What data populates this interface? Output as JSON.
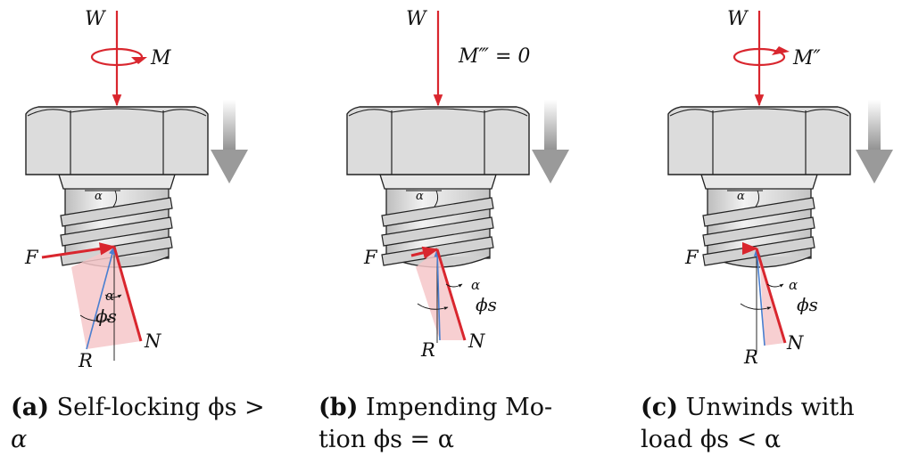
{
  "colors": {
    "force_red": "#d9262e",
    "reaction_blue": "#4a7fd0",
    "wedge_pink": "#f6c7c9",
    "bolt_fill": "#dcdcdc",
    "bolt_stroke": "#222222",
    "arrow_gray": "#9a9a9a"
  },
  "panels": [
    {
      "force_label": "W",
      "moment_label": "M",
      "moment_direction": "counterclockwise",
      "friction_label": "F",
      "normal_label": "N",
      "resultant_label": "R",
      "alpha_label": "α",
      "phi_label": "ϕs",
      "caption_tag": "(a)",
      "caption_line1": "Self-locking ϕs >",
      "caption_line2": "α"
    },
    {
      "force_label": "W",
      "moment_label": "M‴ = 0",
      "moment_direction": "none",
      "friction_label": "F",
      "normal_label": "N",
      "resultant_label": "R",
      "alpha_label": "α",
      "phi_label": "ϕs",
      "caption_tag": "(b)",
      "caption_line1": "Impending Mo-",
      "caption_line2": "tion ϕs = α"
    },
    {
      "force_label": "W",
      "moment_label": "M″",
      "moment_direction": "clockwise",
      "friction_label": "F",
      "normal_label": "N",
      "resultant_label": "R",
      "alpha_label": "α",
      "phi_label": "ϕs",
      "caption_tag": "(c)",
      "caption_line1": "Unwinds with",
      "caption_line2": "load ϕs < α"
    }
  ]
}
